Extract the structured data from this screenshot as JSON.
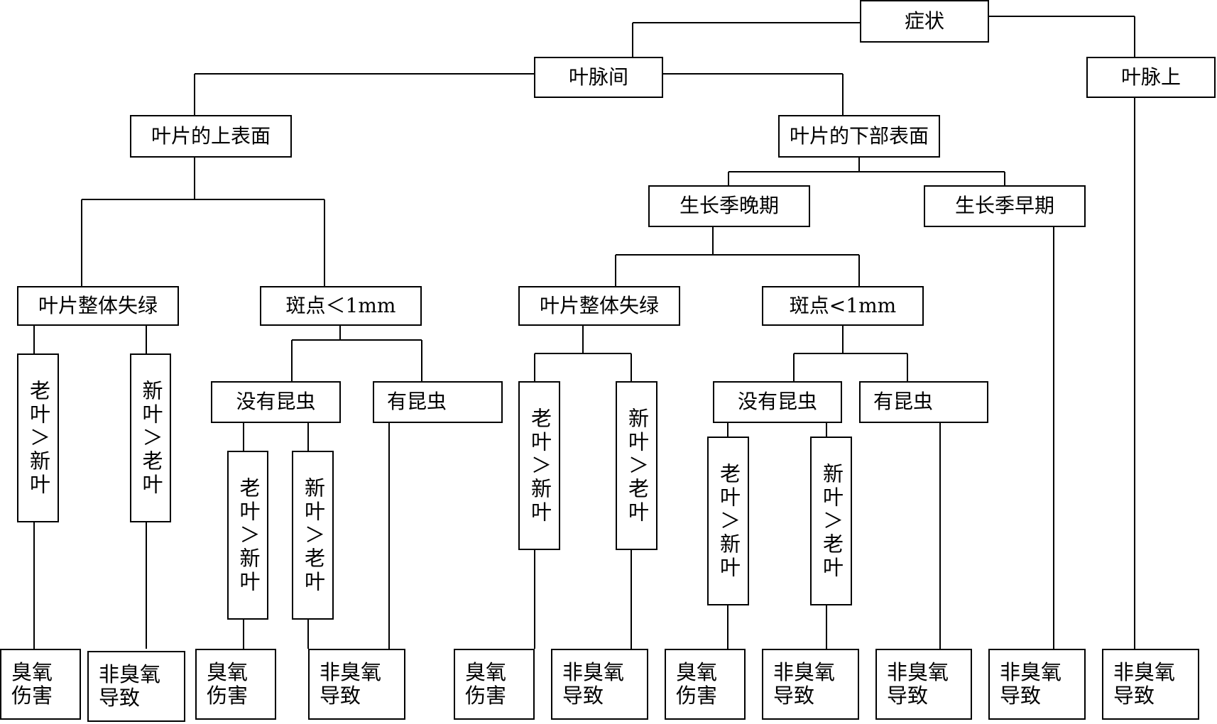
{
  "nodes": {
    "root": "症状",
    "interveinal": "叶脉间",
    "on_vein": "叶脉上",
    "upper_surface": "叶片的上表面",
    "lower_surface": "叶片的下部表面",
    "late_season": "生长季晚期",
    "early_season": "生长季早期",
    "upper_chlorosis": "叶片整体失绿",
    "upper_spots": "斑点＜1mm",
    "lower_chlorosis": "叶片整体失绿",
    "lower_spots": "斑点<1mm",
    "upper_no_insects": "没有昆虫",
    "upper_insects": "有昆虫",
    "lower_no_insects": "没有昆虫",
    "lower_insects": "有昆虫",
    "v1": "老叶＞新叶",
    "v2": "新叶＞老叶",
    "v3": "老叶＞新叶",
    "v4": "新叶＞老叶",
    "v5": "老叶＞新叶",
    "v6": "新叶＞老叶",
    "v7": "老叶＞新叶",
    "v8": "新叶＞老叶"
  },
  "leaves": {
    "l1": [
      "臭氧",
      "伤害"
    ],
    "l2": [
      "非臭氧",
      "导致"
    ],
    "l3": [
      "臭氧",
      "伤害"
    ],
    "l4": [
      "非臭氧",
      "导致"
    ],
    "l5": [
      "臭氧",
      "伤害"
    ],
    "l6": [
      "非臭氧",
      "导致"
    ],
    "l7": [
      "臭氧",
      "伤害"
    ],
    "l8": [
      "非臭氧",
      "导致"
    ],
    "l9": [
      "非臭氧",
      "导致"
    ],
    "l10": [
      "非臭氧",
      "导致"
    ],
    "l11": [
      "非臭氧",
      "导致"
    ]
  }
}
